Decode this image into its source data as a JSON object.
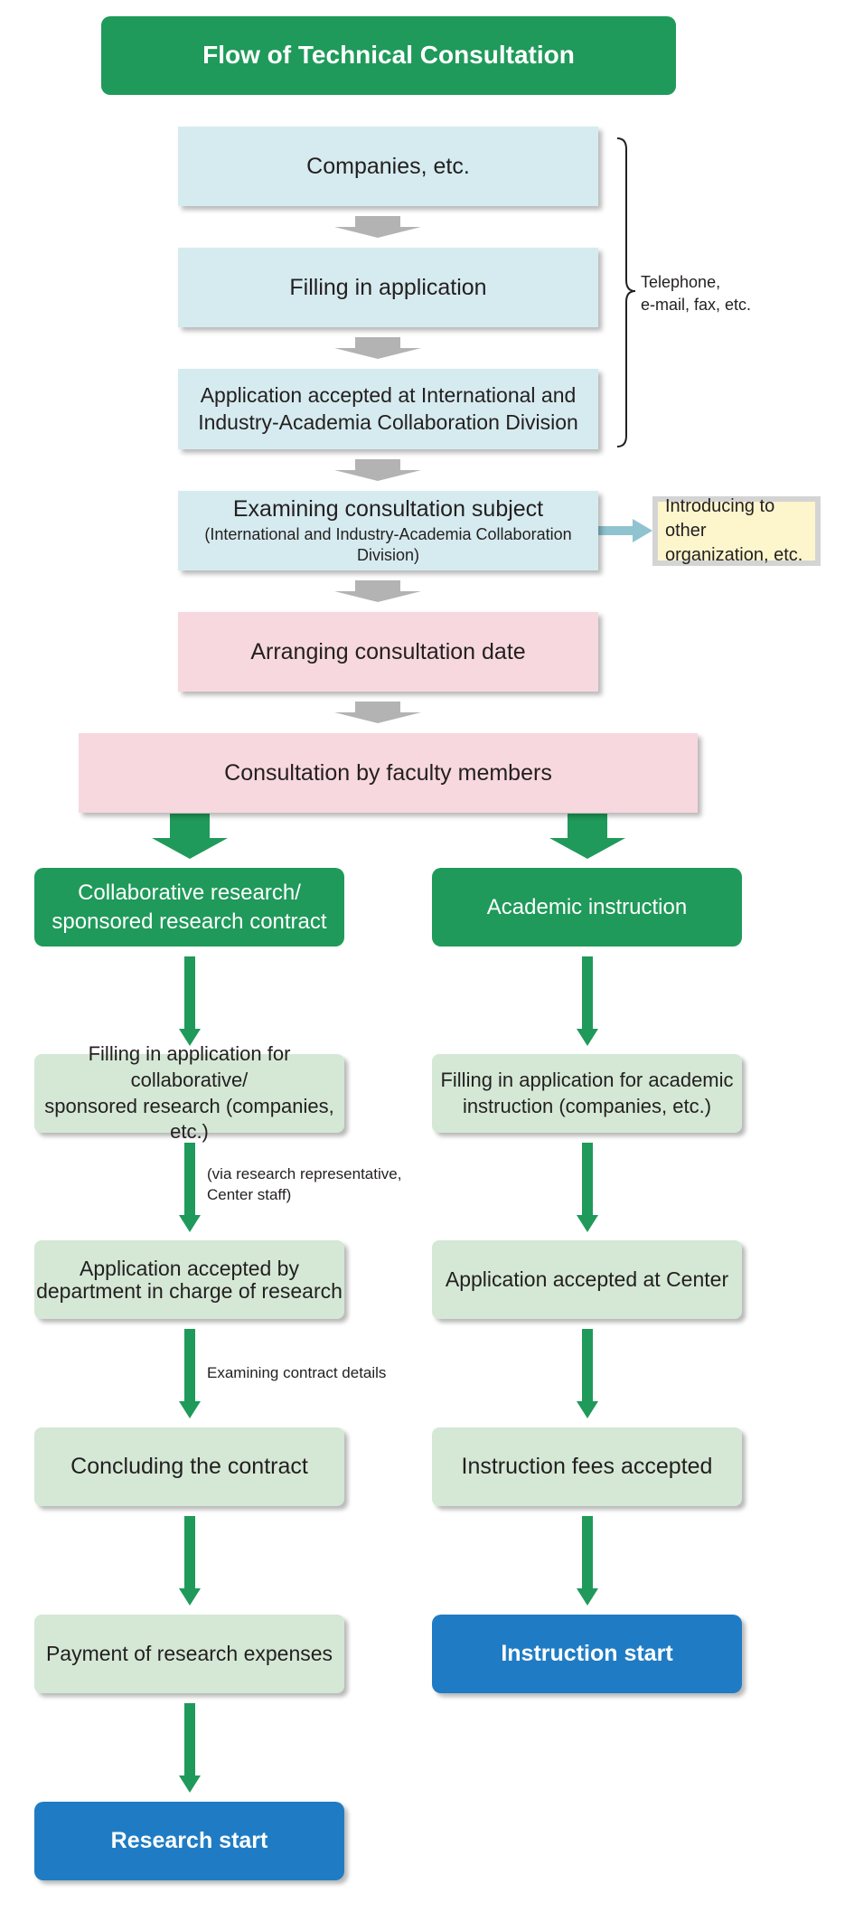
{
  "title": "Flow of Technical Consultation",
  "steps": {
    "companies": "Companies, etc.",
    "filling_application": "Filling in application",
    "application_accepted_line1": "Application accepted at International and",
    "application_accepted_line2": "Industry-Academia Collaboration Division",
    "examining_main": "Examining consultation subject",
    "examining_sub": "(International and Industry-Academia Collaboration Division)",
    "arranging_date": "Arranging consultation date",
    "consultation": "Consultation by faculty members"
  },
  "side_note": {
    "line1": "Telephone,",
    "line2": "e-mail, fax, etc."
  },
  "introducing": {
    "line1": "Introducing to other",
    "line2": "organization, etc."
  },
  "left_branch": {
    "header_line1": "Collaborative research/",
    "header_line2": "sponsored research contract",
    "filling_line1": "Filling in application for collaborative/",
    "filling_line2": "sponsored research (companies, etc.)",
    "via_line1": "(via research representative,",
    "via_line2": "Center staff)",
    "accepted_line1": "Application accepted by",
    "accepted_line2": "department in charge of research",
    "examining_contract": "Examining contract details",
    "concluding": "Concluding the contract",
    "payment": "Payment of research expenses",
    "start": "Research start"
  },
  "right_branch": {
    "header": "Academic instruction",
    "filling_line1": "Filling in application for academic",
    "filling_line2": "instruction (companies, etc.)",
    "accepted": "Application accepted at Center",
    "fees": "Instruction fees accepted",
    "start": "Instruction start"
  },
  "colors": {
    "dark_green": "#1f9a5a",
    "light_blue": "#d6ebef",
    "pink": "#f7d8de",
    "light_green": "#d4e8d5",
    "blue": "#1f7cc4",
    "yellow": "#fdf6cd",
    "gray_arrow": "#b3b3b3",
    "teal_arrow": "#8fc3cf"
  }
}
